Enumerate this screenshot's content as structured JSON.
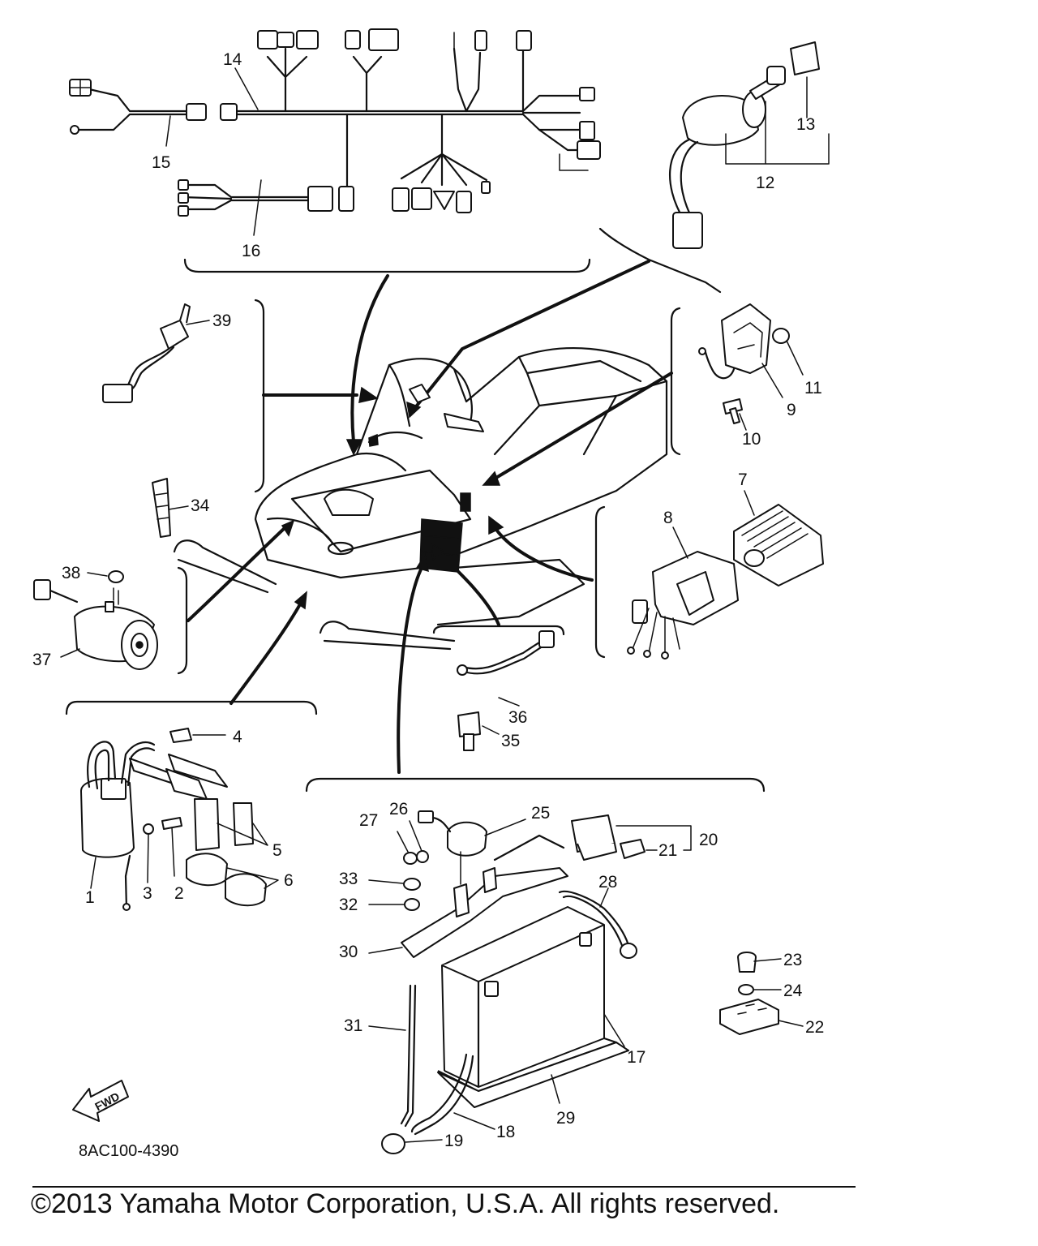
{
  "diagram": {
    "code": "8AC100-4390",
    "copyright": "©2013 Yamaha Motor Corporation, U.S.A. All rights reserved.",
    "direction_arrow": "FWD",
    "callouts": [
      "1",
      "2",
      "3",
      "4",
      "5",
      "6",
      "7",
      "8",
      "9",
      "10",
      "11",
      "12",
      "13",
      "14",
      "15",
      "16",
      "17",
      "18",
      "19",
      "20",
      "21",
      "22",
      "23",
      "24",
      "25",
      "26",
      "27",
      "28",
      "29",
      "30",
      "31",
      "32",
      "33",
      "34",
      "35",
      "36",
      "37",
      "38",
      "39"
    ]
  }
}
